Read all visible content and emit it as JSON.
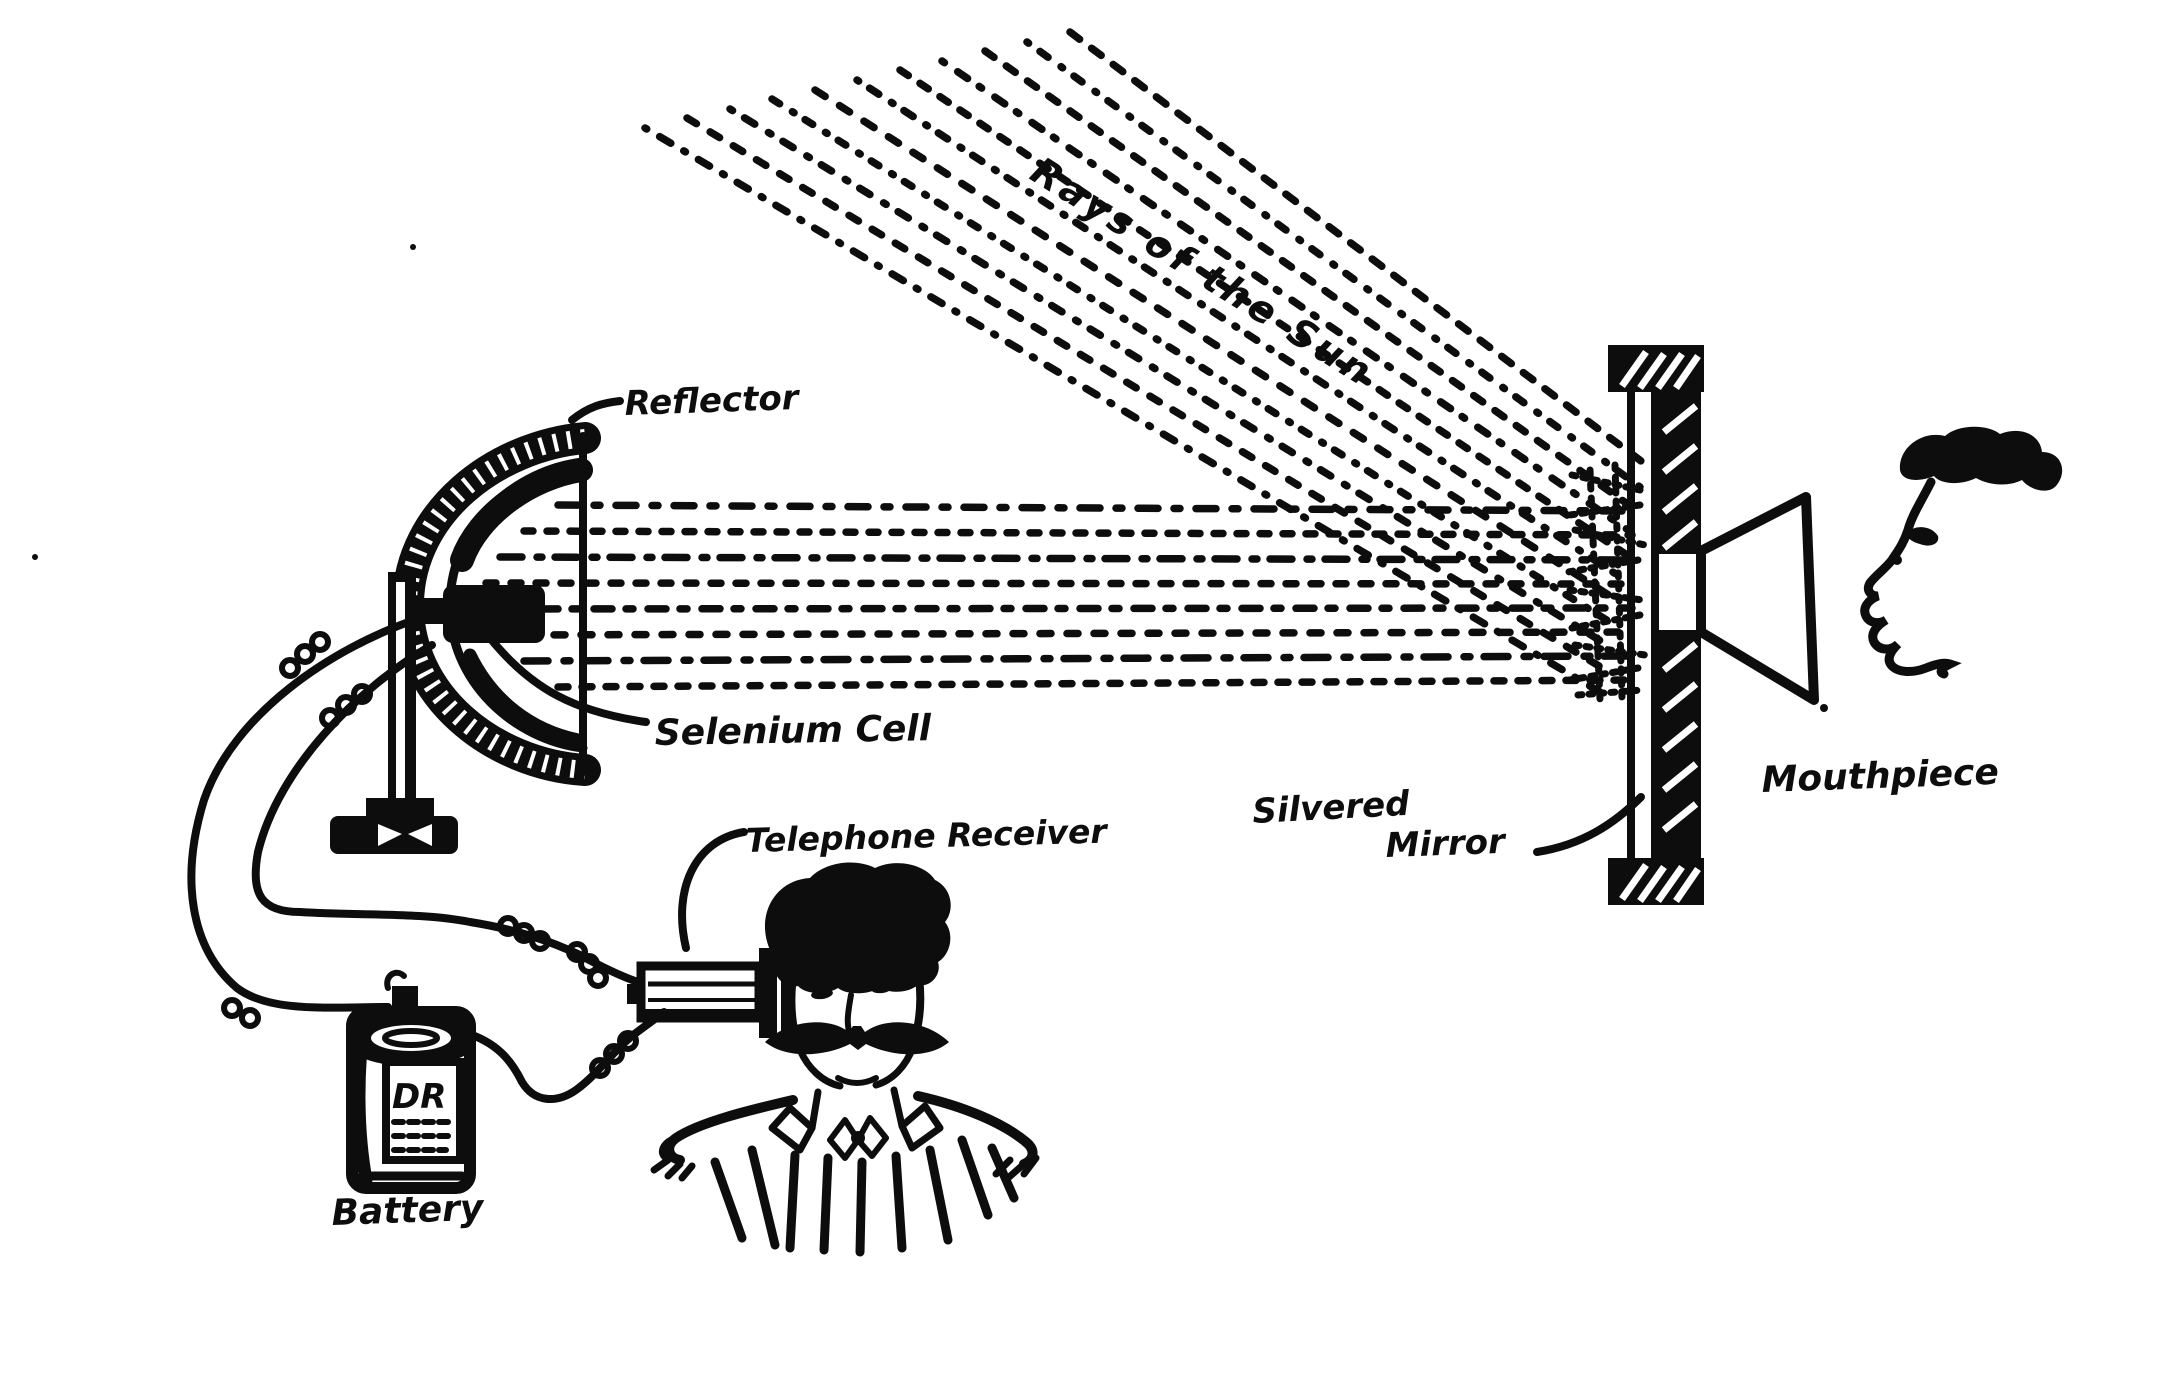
{
  "colors": {
    "ink": "#0d0d0d",
    "paper": "#ffffff"
  },
  "labels": {
    "rays_of_the_sun": "Rays of the Sun",
    "reflector": "Reflector",
    "selenium_cell": "Selenium Cell",
    "telephone_receiver": "Telephone Receiver",
    "silvered": "Silvered",
    "mirror": "Mirror",
    "mouthpiece": "Mouthpiece",
    "battery": "Battery",
    "battery_can_text": "DR"
  }
}
